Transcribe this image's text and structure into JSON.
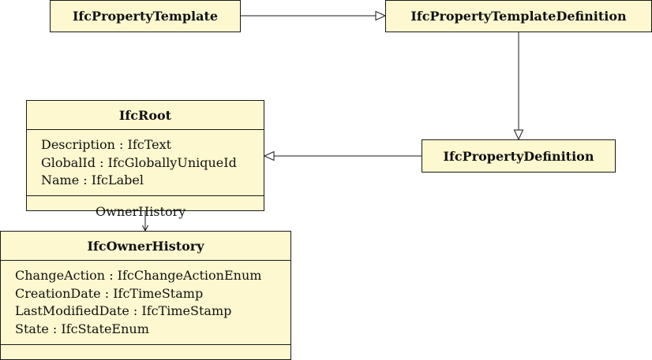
{
  "classes": {
    "property_template": {
      "name": "IfcPropertyTemplate"
    },
    "property_template_definition": {
      "name": "IfcPropertyTemplateDefinition"
    },
    "property_definition": {
      "name": "IfcPropertyDefinition"
    },
    "root": {
      "name": "IfcRoot",
      "attributes": [
        "Description : IfcText",
        "GlobalId : IfcGloballyUniqueId",
        "Name : IfcLabel"
      ]
    },
    "owner_history": {
      "name": "IfcOwnerHistory",
      "attributes": [
        "ChangeAction : IfcChangeActionEnum",
        "CreationDate : IfcTimeStamp",
        "LastModifiedDate : IfcTimeStamp",
        "State : IfcStateEnum"
      ]
    }
  },
  "relations": {
    "owner_history_label": "OwnerHistory"
  },
  "colors": {
    "box_fill": "#fdf8cf",
    "line": "#1a1a1a"
  }
}
